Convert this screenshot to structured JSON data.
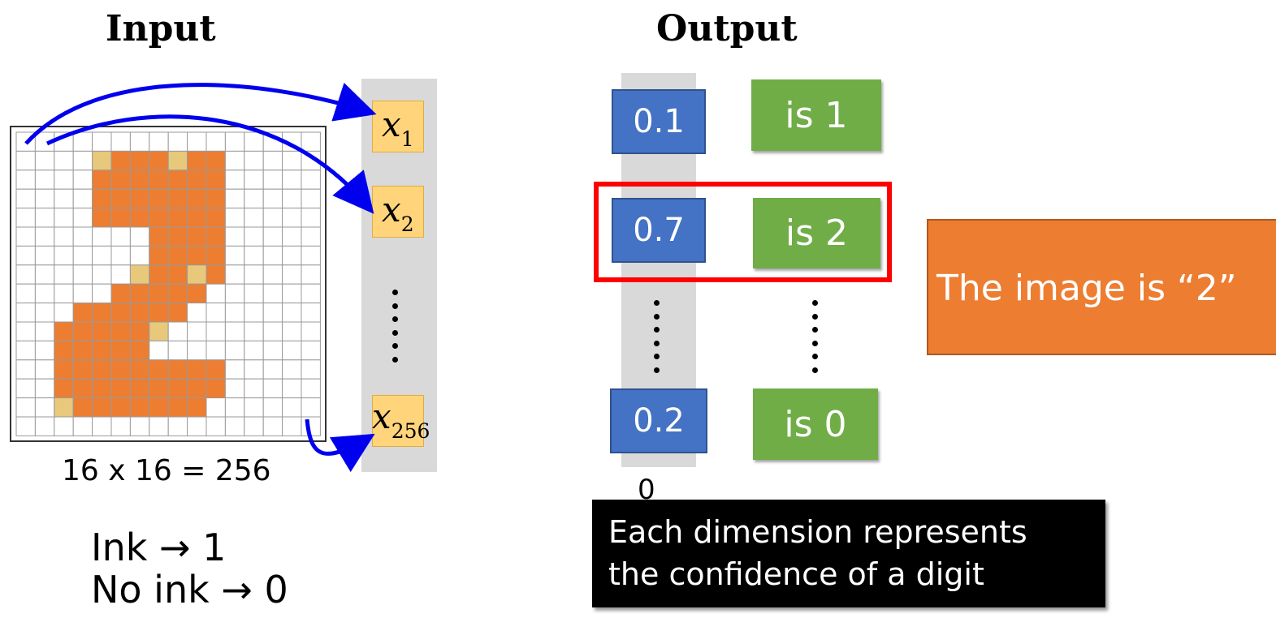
{
  "input": {
    "heading": "Input",
    "grid_caption": "16 x 16 = 256",
    "grid_ink_cells": [
      [
        1,
        4
      ],
      [
        1,
        5
      ],
      [
        1,
        6
      ],
      [
        1,
        7
      ],
      [
        1,
        8
      ],
      [
        1,
        9
      ],
      [
        1,
        10
      ],
      [
        2,
        4
      ],
      [
        2,
        5
      ],
      [
        2,
        6
      ],
      [
        2,
        7
      ],
      [
        2,
        8
      ],
      [
        2,
        9
      ],
      [
        2,
        10
      ],
      [
        3,
        4
      ],
      [
        3,
        5
      ],
      [
        3,
        6
      ],
      [
        3,
        7
      ],
      [
        3,
        8
      ],
      [
        3,
        9
      ],
      [
        3,
        10
      ],
      [
        4,
        4
      ],
      [
        4,
        5
      ],
      [
        4,
        6
      ],
      [
        4,
        7
      ],
      [
        4,
        8
      ],
      [
        4,
        9
      ],
      [
        4,
        10
      ],
      [
        5,
        7
      ],
      [
        5,
        8
      ],
      [
        5,
        9
      ],
      [
        5,
        10
      ],
      [
        6,
        7
      ],
      [
        6,
        8
      ],
      [
        6,
        9
      ],
      [
        6,
        10
      ],
      [
        7,
        6
      ],
      [
        7,
        7
      ],
      [
        7,
        8
      ],
      [
        7,
        9
      ],
      [
        7,
        10
      ],
      [
        8,
        5
      ],
      [
        8,
        6
      ],
      [
        8,
        7
      ],
      [
        8,
        8
      ],
      [
        8,
        9
      ],
      [
        9,
        3
      ],
      [
        9,
        4
      ],
      [
        9,
        5
      ],
      [
        9,
        6
      ],
      [
        9,
        7
      ],
      [
        9,
        8
      ],
      [
        10,
        2
      ],
      [
        10,
        3
      ],
      [
        10,
        4
      ],
      [
        10,
        5
      ],
      [
        10,
        6
      ],
      [
        10,
        7
      ],
      [
        11,
        2
      ],
      [
        11,
        3
      ],
      [
        11,
        4
      ],
      [
        11,
        5
      ],
      [
        11,
        6
      ],
      [
        12,
        2
      ],
      [
        12,
        3
      ],
      [
        12,
        4
      ],
      [
        12,
        5
      ],
      [
        12,
        6
      ],
      [
        12,
        7
      ],
      [
        12,
        8
      ],
      [
        12,
        9
      ],
      [
        12,
        10
      ],
      [
        13,
        2
      ],
      [
        13,
        3
      ],
      [
        13,
        4
      ],
      [
        13,
        5
      ],
      [
        13,
        6
      ],
      [
        13,
        7
      ],
      [
        13,
        8
      ],
      [
        13,
        9
      ],
      [
        13,
        10
      ],
      [
        14,
        3
      ],
      [
        14,
        4
      ],
      [
        14,
        5
      ],
      [
        14,
        6
      ],
      [
        14,
        7
      ],
      [
        14,
        8
      ],
      [
        14,
        9
      ]
    ],
    "grid_partial_cells": [
      [
        1,
        4
      ],
      [
        1,
        8
      ],
      [
        7,
        6
      ],
      [
        7,
        9
      ],
      [
        10,
        7
      ],
      [
        14,
        2
      ]
    ],
    "vector_labels": [
      {
        "base": "x",
        "sub": "1"
      },
      {
        "base": "x",
        "sub": "2"
      },
      {
        "base": "x",
        "sub": "256"
      }
    ],
    "encoding": {
      "ink_line": "Ink → 1",
      "no_ink_line": "No ink → 0"
    }
  },
  "output": {
    "heading": "Output",
    "values": [
      "0.1",
      "0.7",
      "0.2"
    ],
    "labels": [
      "is 1",
      "is 2",
      "is 0"
    ],
    "axis_zero": "0",
    "highlighted_index": 1
  },
  "result_box": "The image is “2”",
  "note_lines": [
    "Each dimension represents",
    "the confidence of a digit"
  ],
  "colors": {
    "ink": "#ed7d31",
    "partial_ink": "#e8c87a",
    "vector_box": "#ffd47a",
    "value_box": "#4472c4",
    "label_box": "#70ad47",
    "highlight": "#ff0000",
    "result_box": "#ed7d31",
    "note_box": "#000000",
    "arrow": "#0000ee",
    "column": "#d9d9d9"
  }
}
